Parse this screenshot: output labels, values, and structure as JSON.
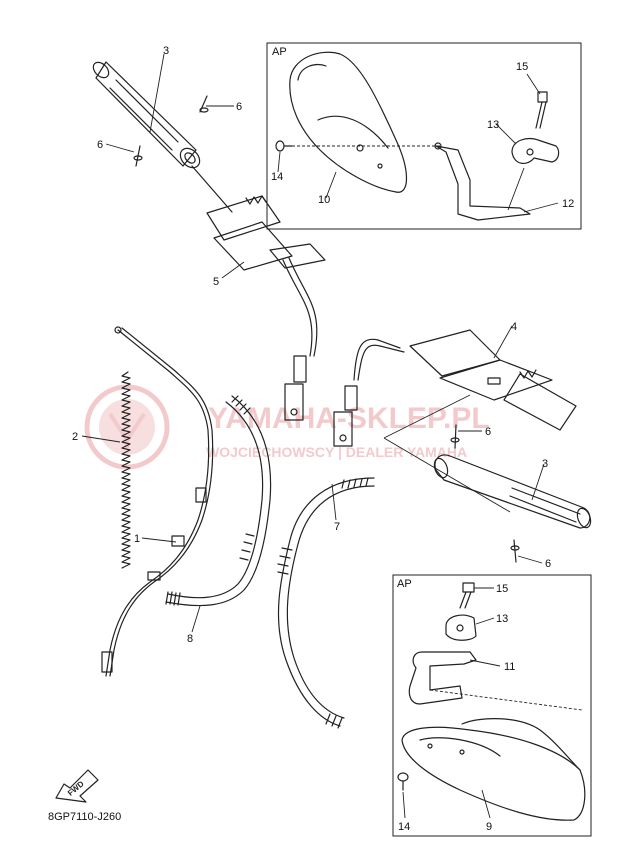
{
  "diagram": {
    "callouts": {
      "grip_left": "3",
      "plug_left_a": "6",
      "plug_left_b": "6",
      "heater_left": "5",
      "spring": "2",
      "throttle_cable": "1",
      "hose_8": "8",
      "hose_7": "7",
      "heater_right": "4",
      "plug_right_a": "6",
      "grip_right": "3",
      "plug_right_b": "6",
      "ap_top_bolt": "15",
      "ap_top_clamp": "13",
      "ap_top_bracket": "12",
      "ap_top_guard": "10",
      "ap_top_screw": "14",
      "ap_bot_bolt": "15",
      "ap_bot_clamp": "13",
      "ap_bot_bracket": "11",
      "ap_bot_screw": "14",
      "ap_bot_guard": "9"
    },
    "ap_box_labels": {
      "top": "AP",
      "bottom": "AP"
    },
    "watermark": {
      "brand": "YAMAHA-SKLEP.PL",
      "subtitle": "WOJCIECHOWSCY | DEALER YAMAHA",
      "color": "#e8a0a4"
    },
    "fwd_badge": "FWD",
    "drawing_code": "8GP7110-J260"
  }
}
